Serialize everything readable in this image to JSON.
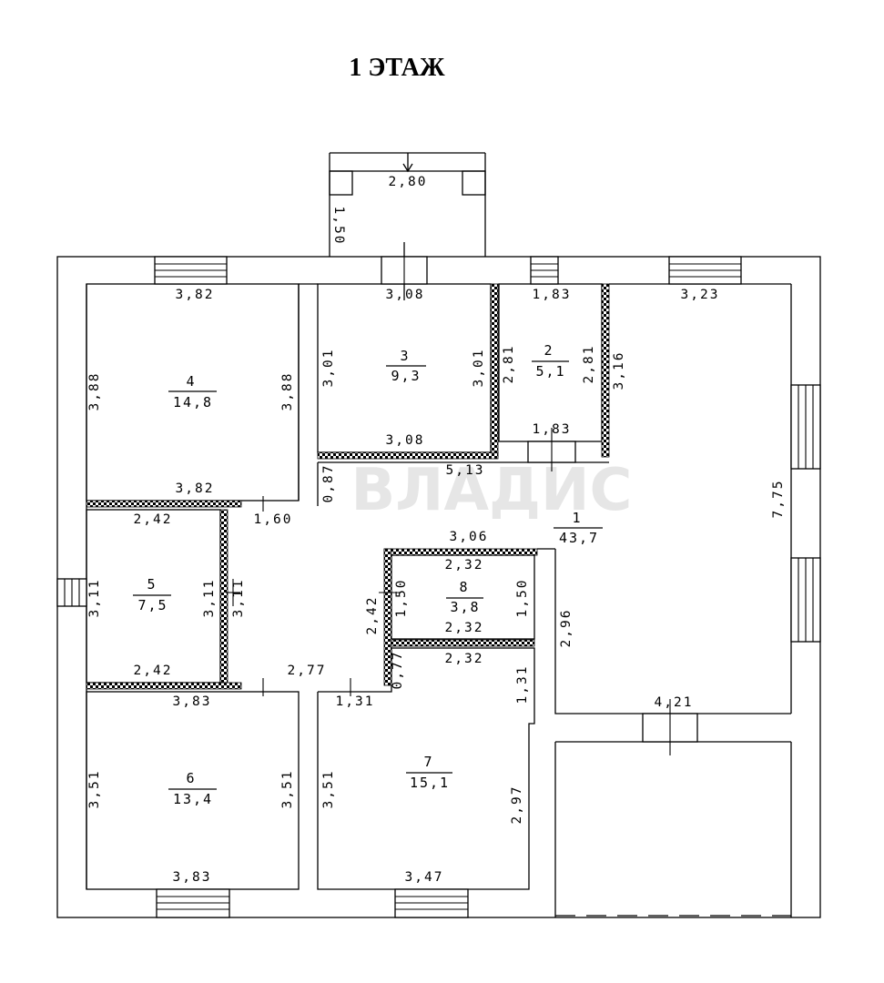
{
  "title": "1 ЭТАЖ",
  "watermark": "ВЛАДИС",
  "rooms": [
    {
      "number": "1",
      "area": "43,7"
    },
    {
      "number": "2",
      "area": "5,1"
    },
    {
      "number": "3",
      "area": "9,3"
    },
    {
      "number": "4",
      "area": "14,8"
    },
    {
      "number": "5",
      "area": "7,5"
    },
    {
      "number": "6",
      "area": "13,4"
    },
    {
      "number": "7",
      "area": "15,1"
    },
    {
      "number": "8",
      "area": "3,8"
    }
  ],
  "dims": {
    "porch_w": "2,80",
    "porch_d": "1,50",
    "r4_top": "3,82",
    "r4_left": "3,88",
    "r4_right": "3,88",
    "r4_bottom": "3,82",
    "r3_top": "3,08",
    "r3_left": "3,01",
    "r3_right": "3,01",
    "r3_bottom": "3,08",
    "r2_top": "1,83",
    "r2_left": "2,81",
    "r2_right": "2,81",
    "r2_bottom": "1,83",
    "r1_top": "3,23",
    "r1_316": "3,16",
    "r1_513": "5,13",
    "r1_087": "0,87",
    "r1_160": "1,60",
    "r1_306": "3,06",
    "r1_775": "7,75",
    "r1_296": "2,96",
    "r1_421": "4,21",
    "r1_242": "2,42",
    "r1_277": "2,77",
    "r1_077": "0,77",
    "r5_top": "2,42",
    "r5_left": "3,11",
    "r5_right": "3,11",
    "r5_right2": "3,11",
    "r5_bottom": "2,42",
    "r8_top": "2,32",
    "r8_left": "1,50",
    "r8_right": "1,50",
    "r8_bottom": "2,32",
    "r7_top": "2,32",
    "r7_131a": "1,31",
    "r7_131b": "1,31",
    "r7_left": "3,51",
    "r7_right": "2,97",
    "r7_bottom": "3,47",
    "r6_top": "3,83",
    "r6_left": "3,51",
    "r6_right": "3,51",
    "r6_bottom": "3,83"
  }
}
